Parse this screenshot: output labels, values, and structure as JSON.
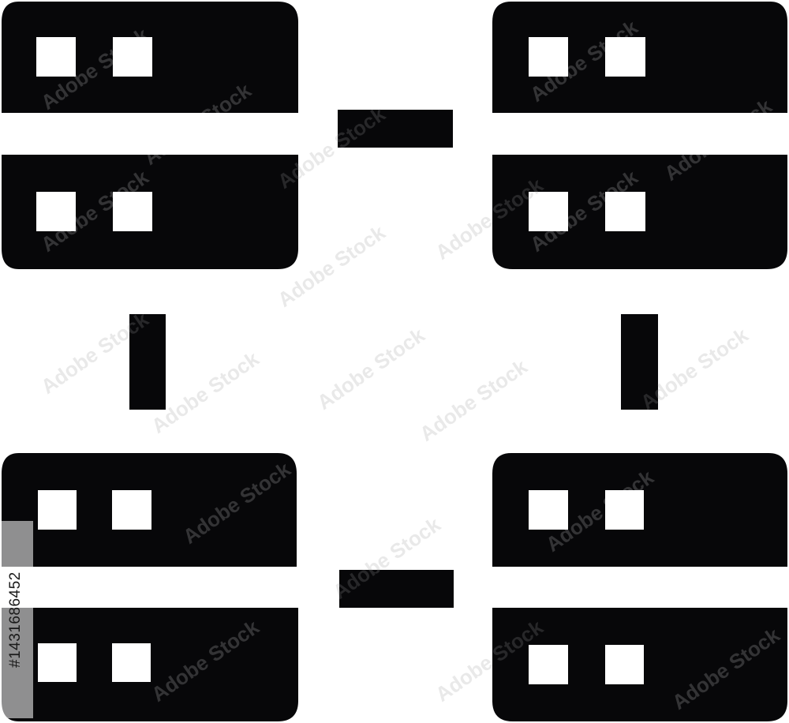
{
  "icon": {
    "name": "server-network-icon",
    "color": "#070709",
    "background": "#ffffff"
  },
  "servers": [
    {
      "id": "server-top-left"
    },
    {
      "id": "server-top-right"
    },
    {
      "id": "server-bottom-left"
    },
    {
      "id": "server-bottom-right"
    }
  ],
  "watermark": {
    "brand": "Adobe Stock",
    "stock_id": "#1431686452"
  }
}
